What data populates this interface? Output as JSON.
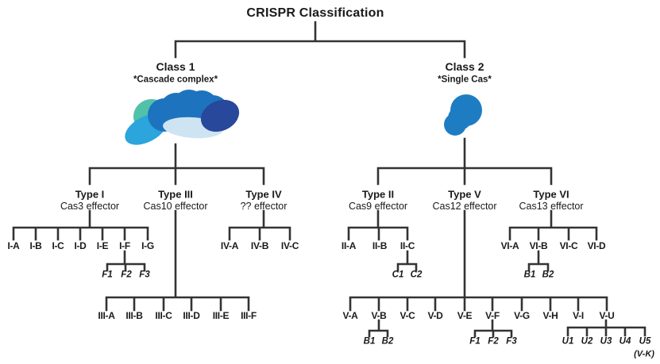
{
  "title": "CRISPR Classification",
  "colors": {
    "line": "#333333",
    "cascade_teal": "#52C1AA",
    "cascade_cyan": "#2BA5DC",
    "cascade_blue": "#1E73BE",
    "cascade_blue_edge": "#1a5fa0",
    "cascade_pale": "#CFE4F2",
    "cascade_navy": "#27489B",
    "single_cas_blue": "#1E7DC2"
  },
  "class1": {
    "label": "Class 1",
    "sublabel": "*Cascade complex*",
    "illustration": "cascade-complex-blob",
    "types": [
      {
        "label": "Type I",
        "effector": "Cas3 effector",
        "subtypes": [
          "I-A",
          "I-B",
          "I-C",
          "I-D",
          "I-E",
          "I-F",
          "I-G"
        ],
        "variants_parent": "I-F",
        "variants": [
          "F1",
          "F2",
          "F3"
        ]
      },
      {
        "label": "Type III",
        "effector": "Cas10 effector",
        "subtypes": [
          "III-A",
          "III-B",
          "III-C",
          "III-D",
          "III-E",
          "III-F"
        ]
      },
      {
        "label": "Type IV",
        "effector": "?? effector",
        "subtypes": [
          "IV-A",
          "IV-B",
          "IV-C"
        ]
      }
    ]
  },
  "class2": {
    "label": "Class 2",
    "sublabel": "*Single Cas*",
    "illustration": "single-cas-blob",
    "types": [
      {
        "label": "Type II",
        "effector": "Cas9 effector",
        "subtypes": [
          "II-A",
          "II-B",
          "II-C"
        ],
        "variants_parent": "II-C",
        "variants": [
          "C1",
          "C2"
        ]
      },
      {
        "label": "Type V",
        "effector": "Cas12 effector",
        "subtypes": [
          "V-A",
          "V-B",
          "V-C",
          "V-D",
          "V-E",
          "V-F",
          "V-G",
          "V-H",
          "V-I",
          "V-U"
        ],
        "variant_groups": [
          {
            "parent": "V-B",
            "items": [
              "B1",
              "B2"
            ]
          },
          {
            "parent": "V-F",
            "items": [
              "F1",
              "F2",
              "F3"
            ]
          },
          {
            "parent": "V-U",
            "items": [
              "U1",
              "U2",
              "U3",
              "U4",
              "U5"
            ],
            "note": "(V-K)"
          }
        ]
      },
      {
        "label": "Type VI",
        "effector": "Cas13 effector",
        "subtypes": [
          "VI-A",
          "VI-B",
          "VI-C",
          "VI-D"
        ],
        "variants_parent": "VI-B",
        "variants": [
          "B1",
          "B2"
        ]
      }
    ]
  }
}
